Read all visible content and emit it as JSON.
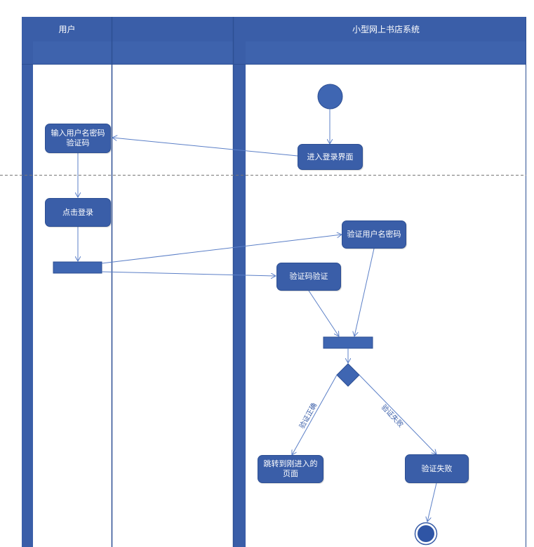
{
  "lanes": {
    "user": "用户",
    "system": "小型网上书店系统"
  },
  "nodes": {
    "enter_login": "进入登录界面",
    "input_credentials_line1": "输入用户名密码",
    "input_credentials_line2": "验证码",
    "click_login": "点击登录",
    "verify_user_password": "验证用户名密码",
    "verify_captcha": "验证码验证",
    "jump_page_line1": "跳转到刚进入的",
    "jump_page_line2": "页面",
    "verify_failed": "验证失败"
  },
  "guards": {
    "success": "验证正确",
    "failure": "验证失败"
  },
  "colors": {
    "lane": "#3a5ea8",
    "node": "#3a5ea8",
    "arrow": "#5b7fc7",
    "divider": "#777777"
  }
}
